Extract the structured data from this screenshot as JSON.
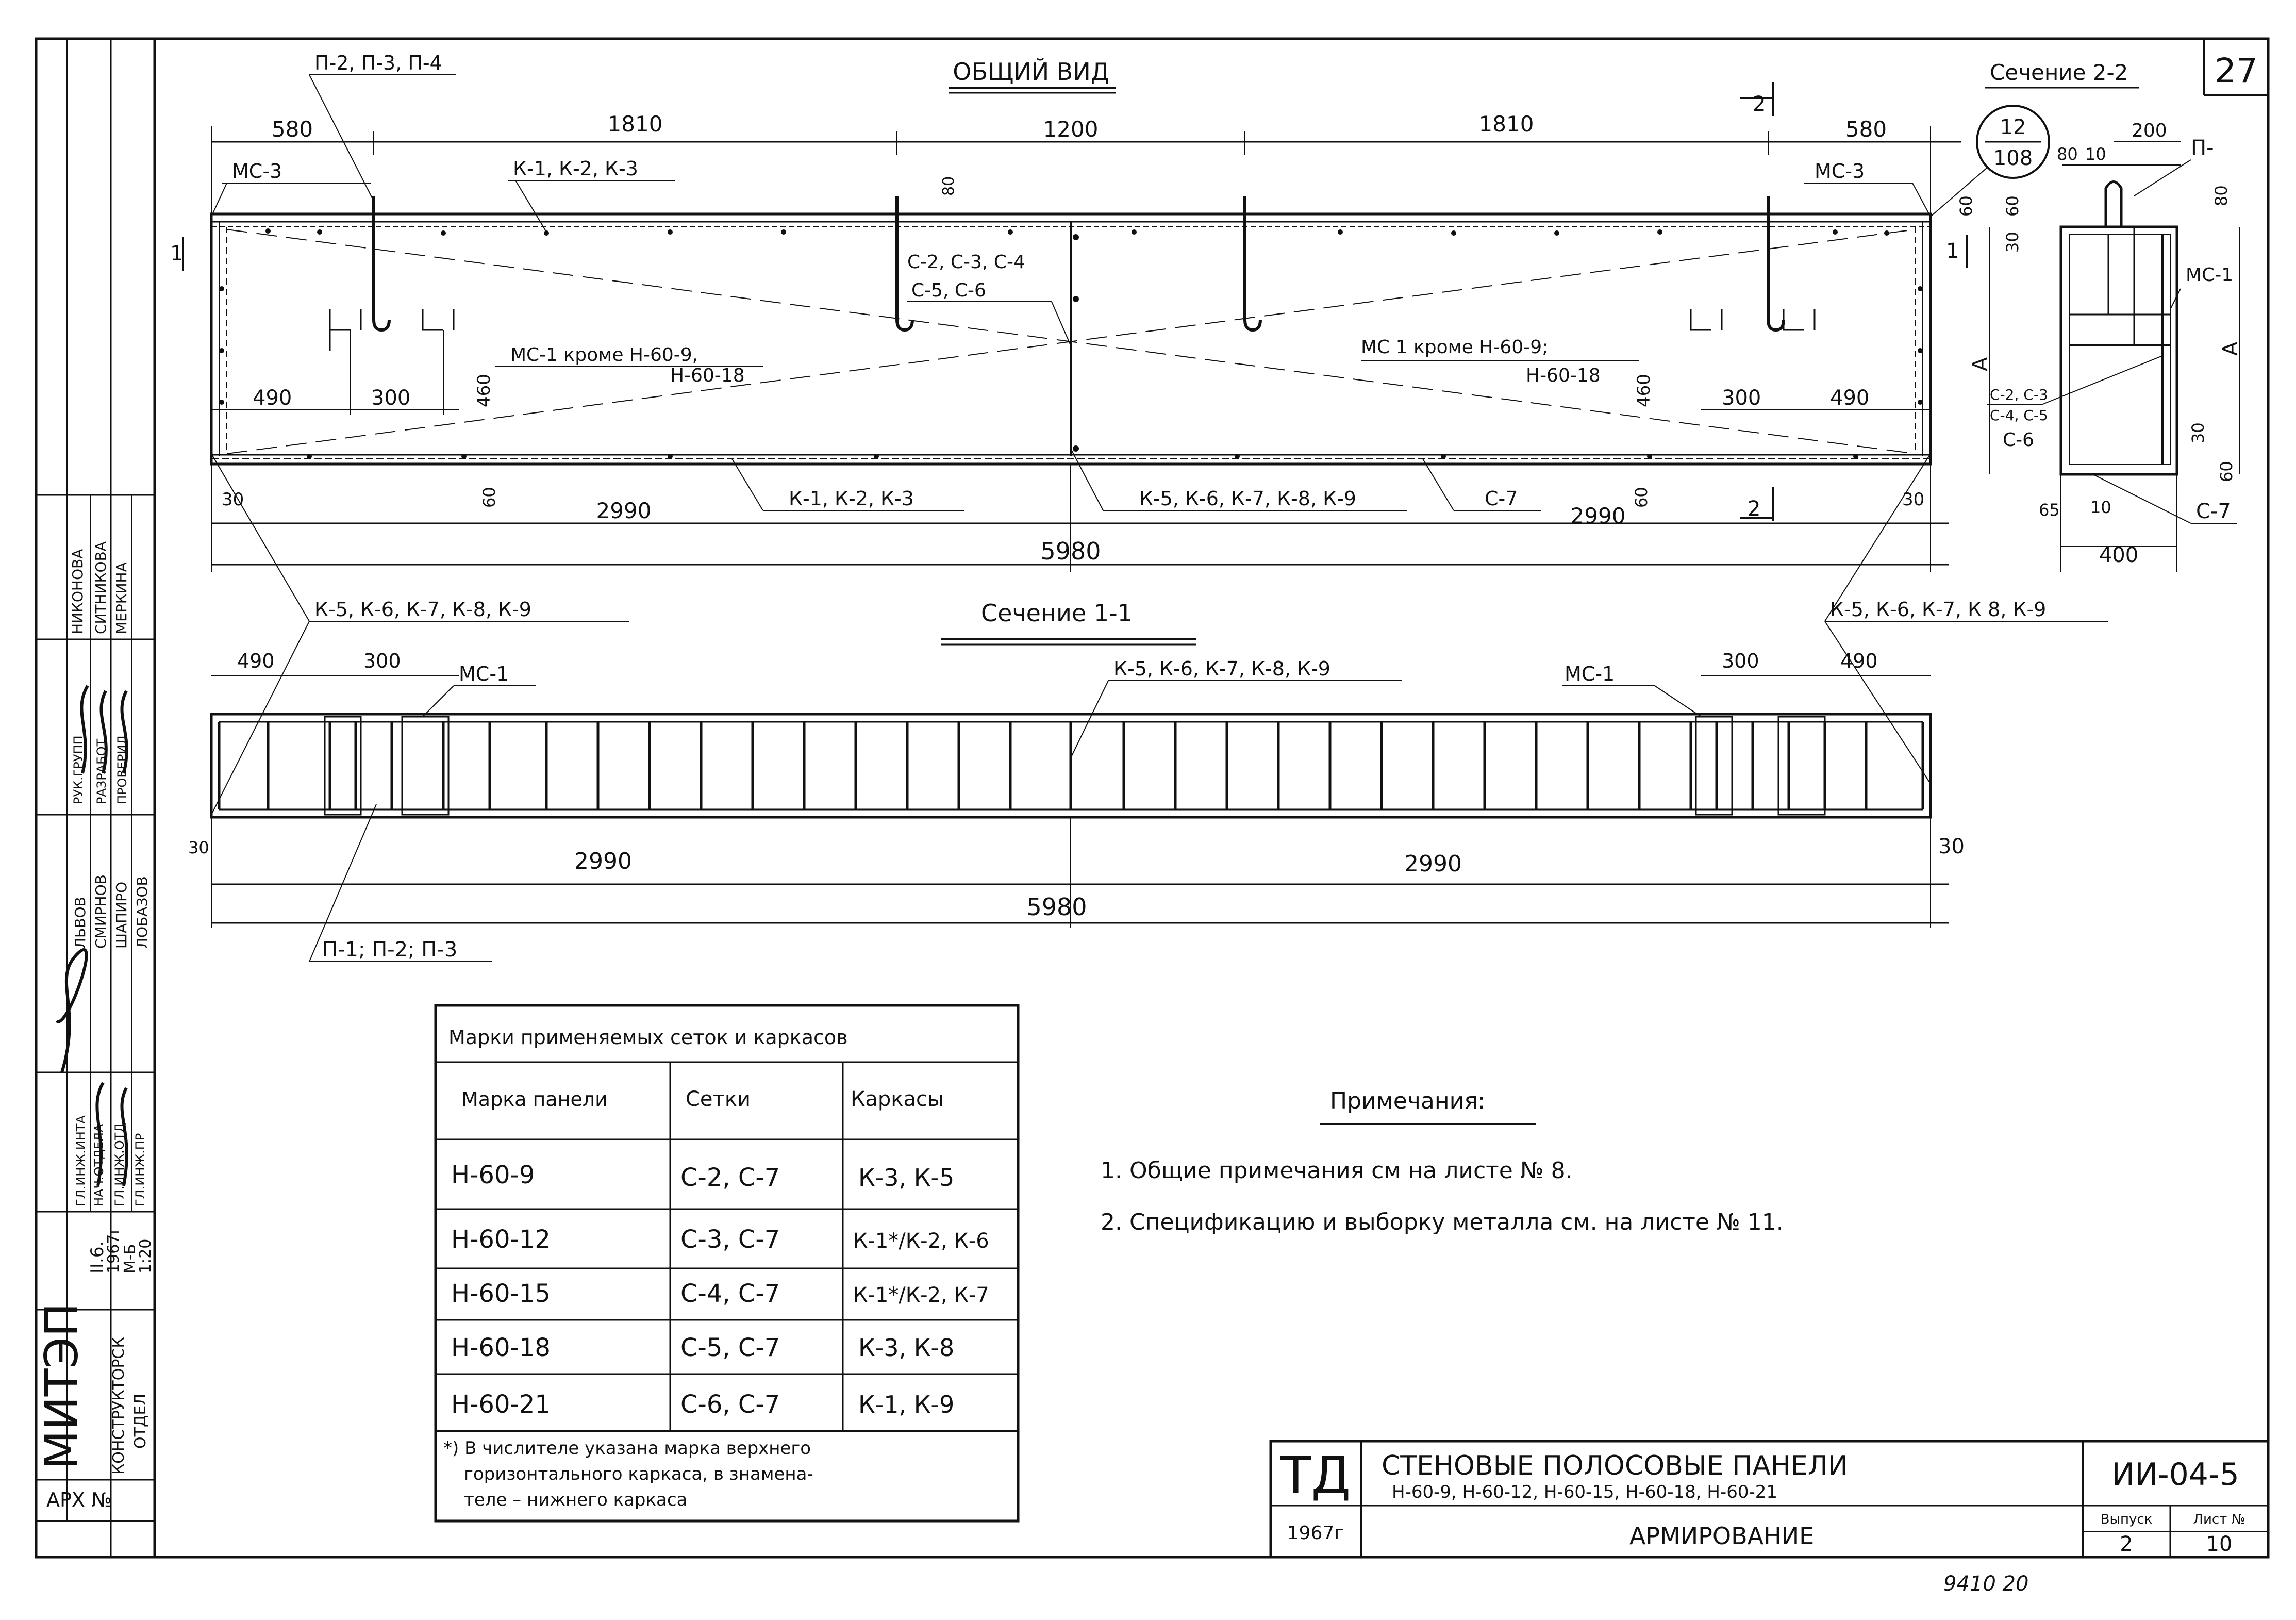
{
  "sheet_number": "27",
  "general_view": {
    "title": "ОБЩИЙ ВИД",
    "dims_top": [
      "580",
      "1810",
      "1200",
      "1810",
      "580"
    ],
    "dims_bottom": [
      "2990",
      "2990"
    ],
    "total": "5980",
    "edge": "30",
    "section_mark_1": "1",
    "section_mark_2": "2",
    "labels": {
      "p_top": "П-2, П-3, П-4",
      "k_top": "К-1, К-2, К-3",
      "ms3": "МС-3",
      "c_mid_1": "С-2, С-3, С-4",
      "c_mid_2": "С-5, С-6",
      "ms1_left_1": "МС-1 кроме Н-60-9,",
      "ms1_left_2": "Н-60-18",
      "ms1_right_1": "МС 1 кроме Н-60-9;",
      "ms1_right_2": "Н-60-18",
      "d490": "490",
      "d300": "300",
      "d460": "460",
      "d80": "80",
      "d60": "60",
      "k_bottom": "К-1, К-2, К-3",
      "k5_bottom": "К-5, К-6, К-7, К-8, К-9",
      "c7": "С-7",
      "callout_top": "12",
      "callout_bottom": "108"
    }
  },
  "section_22": {
    "title": "Сечение 2-2",
    "d80": "80",
    "d10": "10",
    "d200": "200",
    "p_label": "П-",
    "d80b": "80",
    "d60": "60",
    "d30": "30",
    "ms1": "МС-1",
    "a": "А",
    "c_1": "С-2, С-3",
    "c_2": "С-4, С-5",
    "c_3": "С-6",
    "d30b": "30",
    "d60b": "60",
    "d65": "65",
    "d10b": "10",
    "c7": "С-7",
    "d400": "400"
  },
  "section_11": {
    "title": "Сечение 1-1",
    "k_left": "К-5, К-6, К-7, К-8, К-9",
    "k_right": "К-5, К-6, К-7, К 8, К-9",
    "k_mid": "К-5, К-6, К-7, К-8, К-9",
    "ms1": "МС-1",
    "d490": "490",
    "d300": "300",
    "dims_bottom": [
      "2990",
      "2990"
    ],
    "total": "5980",
    "edge": "30",
    "p_label": "П-1; П-2; П-3"
  },
  "marks_table": {
    "title": "Марки применяемых сеток и каркасов",
    "headers": [
      "Марка панели",
      "Сетки",
      "Каркасы"
    ],
    "rows": [
      [
        "Н-60-9",
        "С-2, С-7",
        "К-3, К-5"
      ],
      [
        "Н-60-12",
        "С-3, С-7",
        "К-1*/К-2, К-6"
      ],
      [
        "Н-60-15",
        "С-4, С-7",
        "К-1*/К-2, К-7"
      ],
      [
        "Н-60-18",
        "С-5, С-7",
        "К-3, К-8"
      ],
      [
        "Н-60-21",
        "С-6, С-7",
        "К-1, К-9"
      ]
    ],
    "footnote_1": "*) В числителе указана марка верхнего",
    "footnote_2": "горизонтального каркаса, в знамена-",
    "footnote_3": "теле – нижнего каркаса"
  },
  "notes": {
    "title": "Примечания:",
    "items": [
      "1. Общие примечания см на листе № 8.",
      "2. Спецификацию и выборку металла см. на листе № 11."
    ]
  },
  "title_block": {
    "org": "ТД",
    "year": "1967г",
    "title": "СТЕНОВЫЕ ПОЛОСОВЫЕ ПАНЕЛИ",
    "subtitle": "Н-60-9, Н-60-12, Н-60-15, Н-60-18, Н-60-21",
    "sheet_title": "АРМИРОВАНИЕ",
    "code": "ИИ-04-5",
    "issue_label": "Выпуск",
    "issue": "2",
    "sheet_label": "Лист №",
    "sheet": "10",
    "bottom_note": "9410 20"
  },
  "side_stamp": {
    "org": "МИТЭП",
    "dept_1": "КОНСТРУКТОРСК",
    "dept_2": "ОТДЕЛ",
    "arch": "АРХ №",
    "date_1": "II.6.",
    "date_2": "1967г",
    "scale_1": "М-Б",
    "scale_2": "1:20",
    "roles": [
      "ГЛ.ИНЖ.ИНТА",
      "НАЧ.ОТДЕЛА",
      "ГЛ.ИНЖ.ОТД",
      "ГЛ.ИНЖ.ПР",
      "РУК.ГРУПП",
      "РАЗРАБОТ",
      "ПРОВЕРИЛ"
    ],
    "names": [
      "ЛЬВОВ",
      "СМИРНОВ",
      "ШАПИРО",
      "ЛОБАЗОВ",
      "НИКОНОВА",
      "СИТНИКОВА",
      "МЕРКИНА"
    ]
  }
}
